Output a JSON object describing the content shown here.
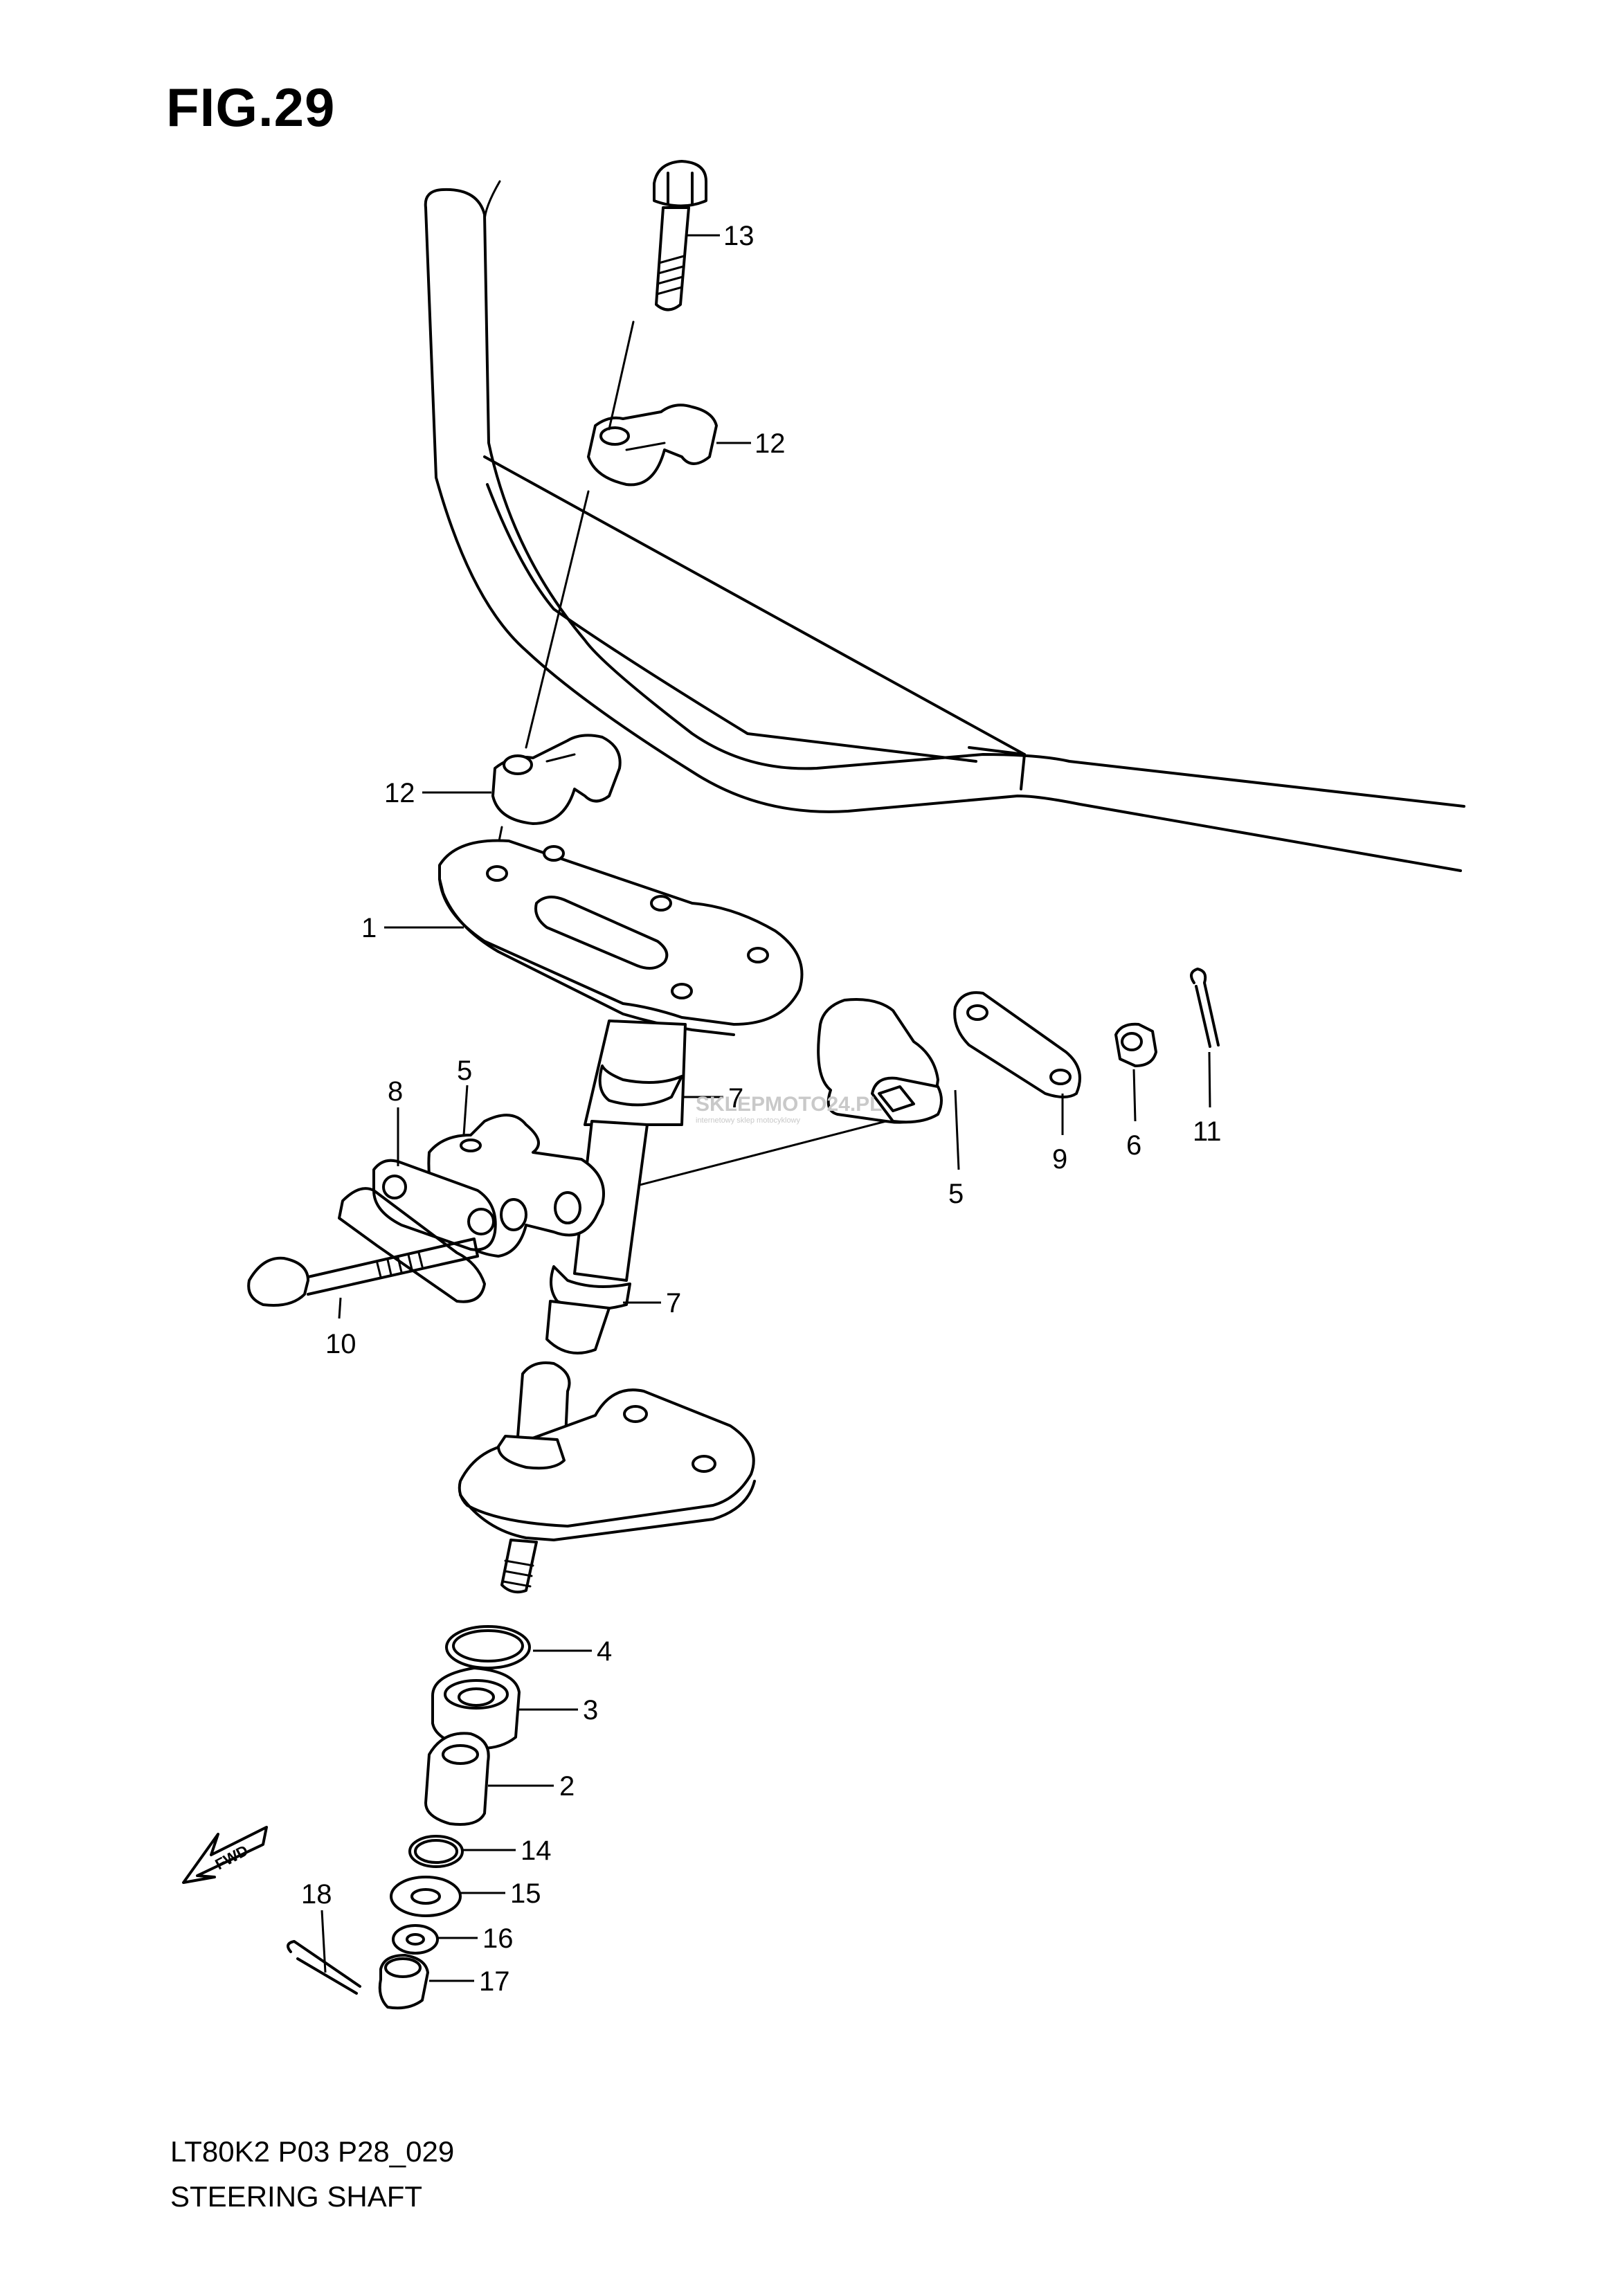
{
  "figure": {
    "title": "FIG.29"
  },
  "footer": {
    "code": "LT80K2 P03 P28_029",
    "name": "STEERING SHAFT"
  },
  "callouts": [
    "13",
    "12",
    "12",
    "1",
    "5",
    "8",
    "7",
    "5",
    "9",
    "6",
    "11",
    "10",
    "7",
    "4",
    "3",
    "2",
    "14",
    "15",
    "16",
    "17",
    "18"
  ],
  "direction_marker": {
    "text": "FWD"
  },
  "watermark": {
    "brand": "SKLEPMOTO24.PL",
    "tagline": "internetowy sklep motocyklowy"
  }
}
